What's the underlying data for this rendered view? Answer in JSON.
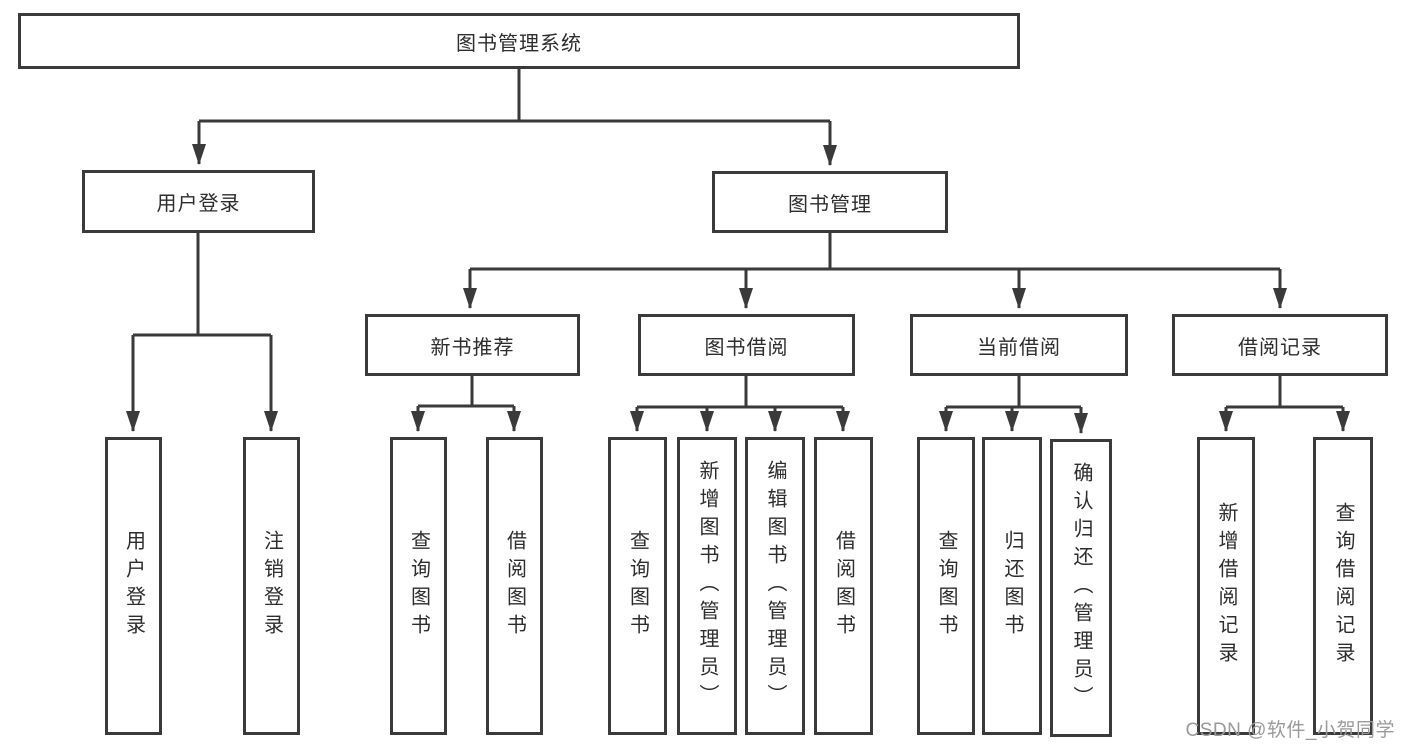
{
  "colors": {
    "line": "#3a3a3a",
    "text": "#2d2d2d",
    "background": "#ffffff",
    "watermark": "#9a9a9a"
  },
  "watermark": {
    "text": "CSDN @软件_小贺同学"
  },
  "diagram": {
    "root": {
      "label": "图书管理系统",
      "children": [
        {
          "label": "用户登录",
          "children": [
            {
              "label": "用户登录"
            },
            {
              "label": "注销登录"
            }
          ]
        },
        {
          "label": "图书管理",
          "children": [
            {
              "label": "新书推荐",
              "children": [
                {
                  "label": "查询图书"
                },
                {
                  "label": "借阅图书"
                }
              ]
            },
            {
              "label": "图书借阅",
              "children": [
                {
                  "label": "查询图书"
                },
                {
                  "label": "新增图书（管理员）"
                },
                {
                  "label": "编辑图书（管理员）"
                },
                {
                  "label": "借阅图书"
                }
              ]
            },
            {
              "label": "当前借阅",
              "children": [
                {
                  "label": "查询图书"
                },
                {
                  "label": "归还图书"
                },
                {
                  "label": "确认归还（管理员）"
                }
              ]
            },
            {
              "label": "借阅记录",
              "children": [
                {
                  "label": "新增借阅记录"
                },
                {
                  "label": "查询借阅记录"
                }
              ]
            }
          ]
        }
      ]
    }
  }
}
